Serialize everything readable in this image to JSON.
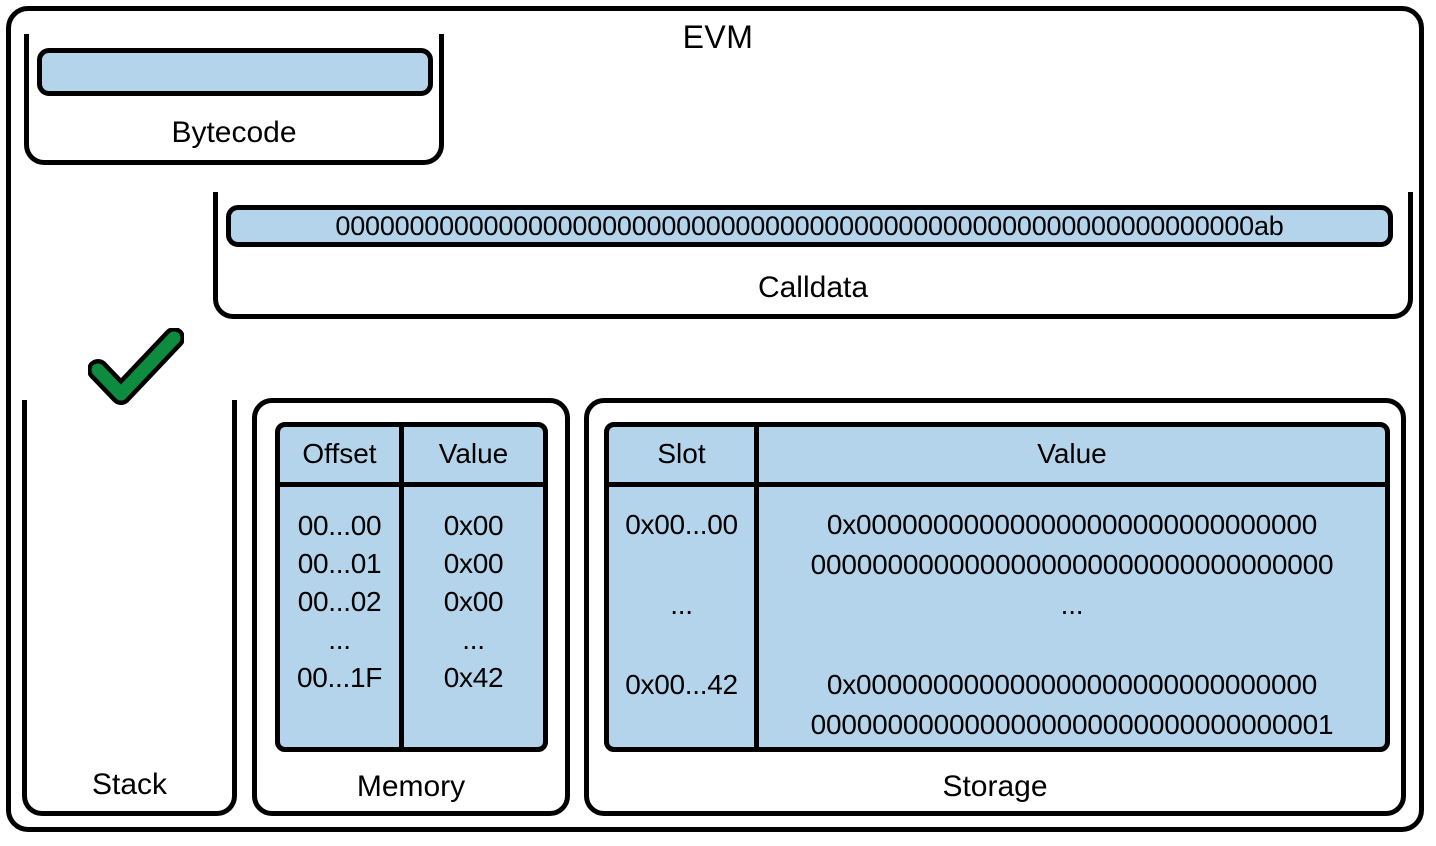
{
  "diagram": {
    "title": "EVM",
    "accent_blue": "#b3d4ea",
    "stroke": "#000000",
    "check_green": "#0d8c3f"
  },
  "bytecode": {
    "label": "Bytecode",
    "value": ""
  },
  "calldata": {
    "label": "Calldata",
    "value": "00000000000000000000000000000000000000000000000000000000000000ab"
  },
  "status": {
    "icon": "check-icon",
    "state": "success"
  },
  "stack": {
    "label": "Stack",
    "items": []
  },
  "memory": {
    "label": "Memory",
    "columns": [
      "Offset",
      "Value"
    ],
    "rows": [
      {
        "offset": "00...00",
        "value": "0x00"
      },
      {
        "offset": "00...01",
        "value": "0x00"
      },
      {
        "offset": "00...02",
        "value": "0x00"
      },
      {
        "offset": "...",
        "value": "..."
      },
      {
        "offset": "00...1F",
        "value": "0x42"
      }
    ]
  },
  "storage": {
    "label": "Storage",
    "columns": [
      "Slot",
      "Value"
    ],
    "rows": [
      {
        "slot": "0x00...00",
        "value_line1": "0x000000000000000000000000000000",
        "value_line2": "0000000000000000000000000000000000"
      },
      {
        "slot": "...",
        "value_line1": "...",
        "value_line2": ""
      },
      {
        "slot": "0x00...42",
        "value_line1": "0x000000000000000000000000000000",
        "value_line2": "0000000000000000000000000000000001"
      }
    ]
  }
}
